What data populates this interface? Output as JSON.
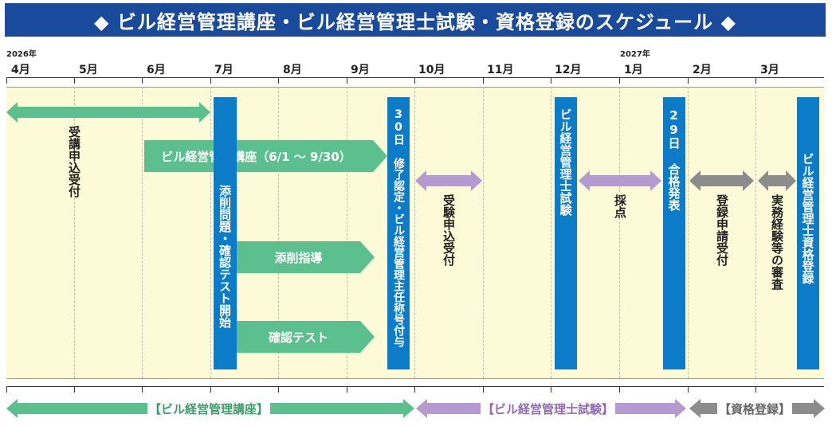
{
  "title": "◆ ビル経営管理講座・ビル経営管理士試験・資格登録のスケジュール ◆",
  "years": {
    "y2026": "2026年",
    "y2027": "2027年"
  },
  "months": [
    "4月",
    "5月",
    "6月",
    "7月",
    "8月",
    "9月",
    "10月",
    "11月",
    "12月",
    "1月",
    "2月",
    "3月"
  ],
  "items": {
    "course_application": "受講申込受付",
    "course_period": "ビル経営管理講座（6/1 ～ 9/30）",
    "correction_start": "添削問題・確認テスト開始",
    "correction_guidance": "添削指導",
    "confirmation_test": "確認テスト",
    "completion": "30日 修了認定・ビル経営管理主任称号付与",
    "exam_application": "受験申込受付",
    "exam": "ビル経営管理士試験",
    "grading": "採点",
    "pass_announcement": "29日 合格発表",
    "registration_application": "登録申請受付",
    "experience_review": "実務経験等の審査",
    "qualification_registration": "ビル経営管理士資格登録"
  },
  "phases": {
    "course": "【ビル経営管理講座】",
    "exam": "【ビル経営管理士試験】",
    "registration": "【資格登録】"
  },
  "colors": {
    "banner": "#1a4a9c",
    "course_green": "#5cbf8e",
    "exam_purple": "#b49ad0",
    "registration_gray": "#8c8c8c",
    "milestone_blue": "#0d7cc8",
    "background": "#fdfbd7"
  }
}
